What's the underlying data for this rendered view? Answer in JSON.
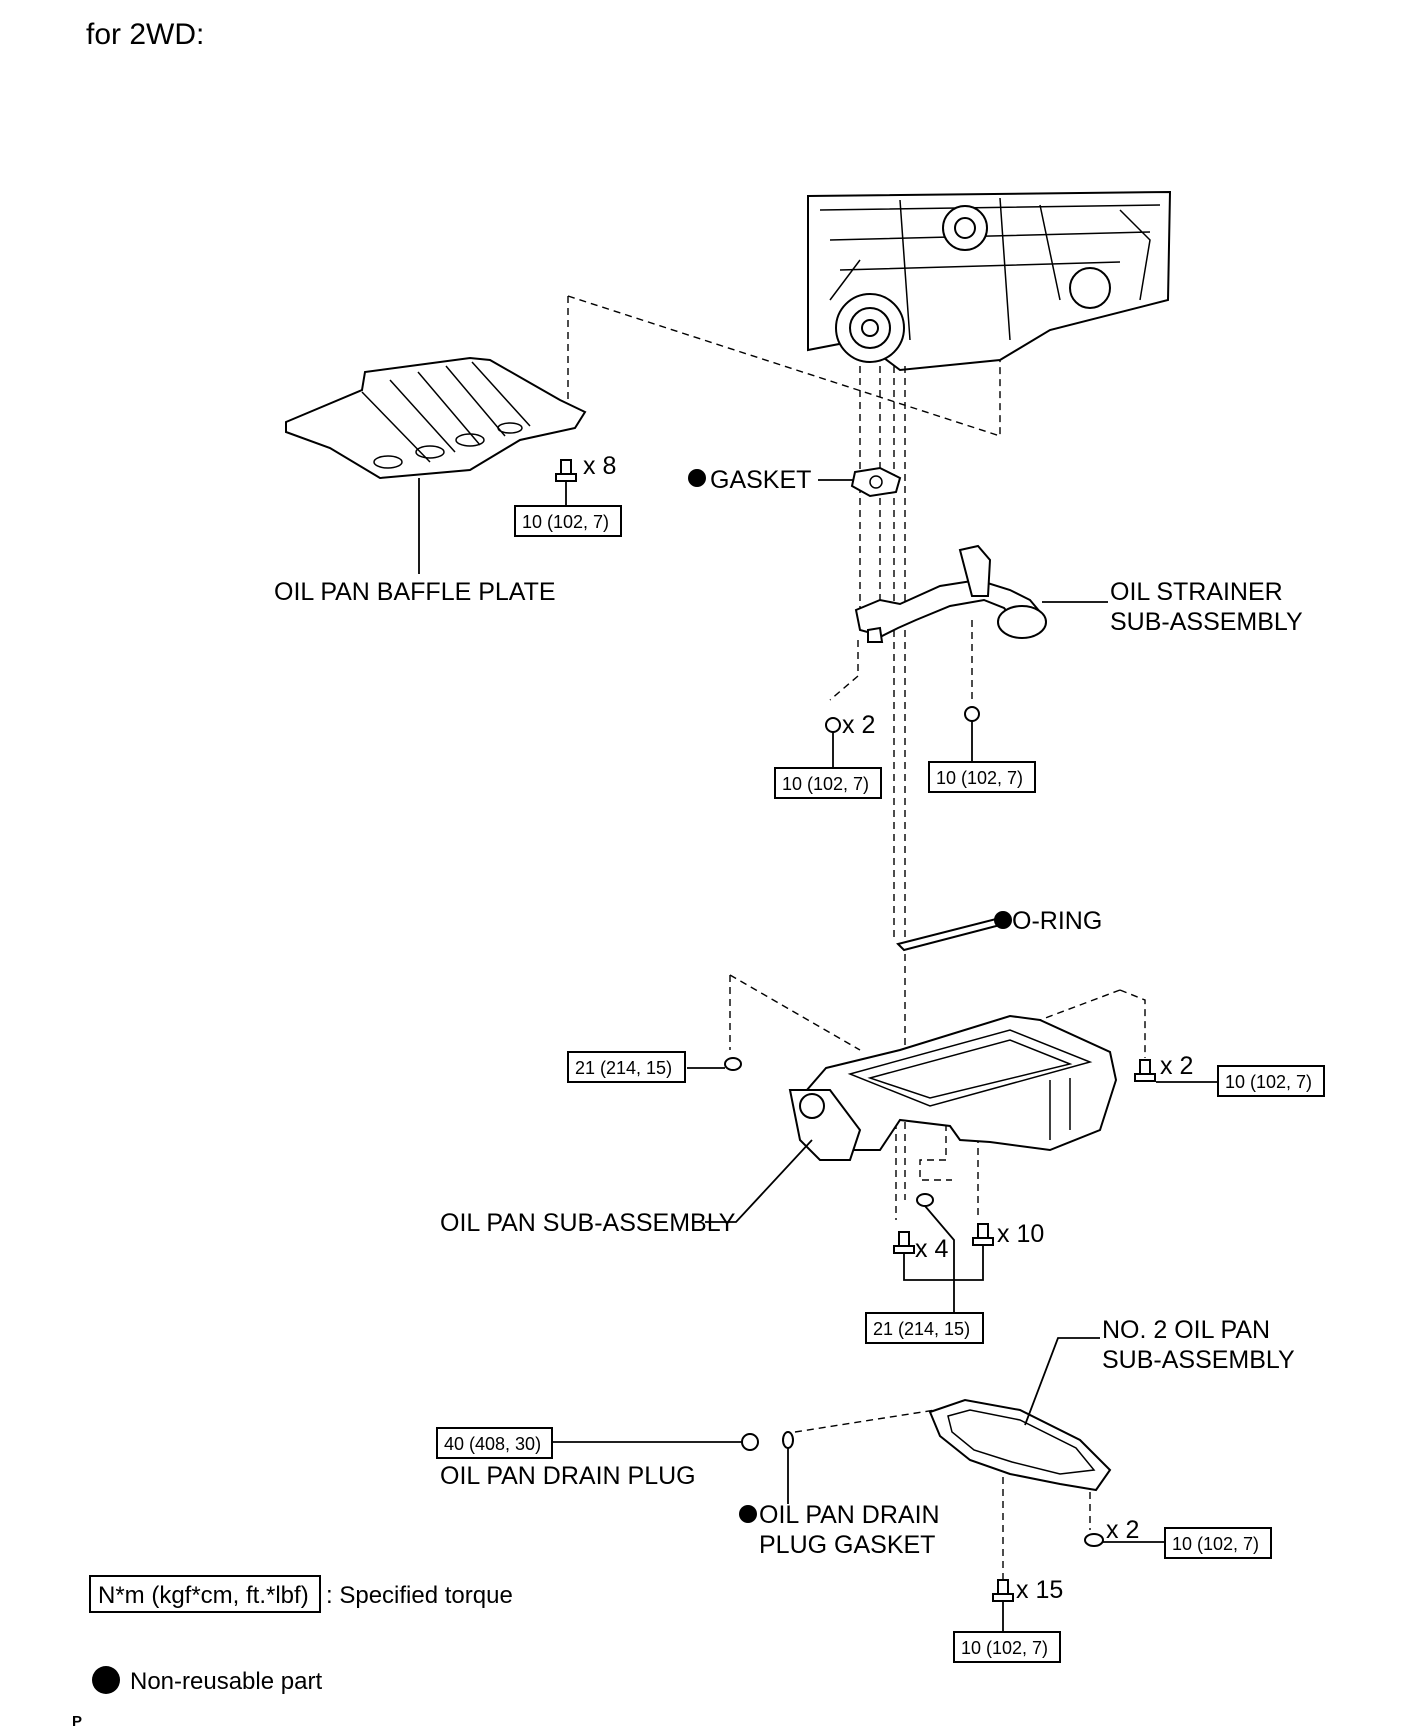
{
  "heading": "for 2WD:",
  "labels": {
    "gasket": "GASKET",
    "baffle_plate": "OIL PAN BAFFLE PLATE",
    "strainer_line1": "OIL STRAINER",
    "strainer_line2": "SUB-ASSEMBLY",
    "o_ring": "O-RING",
    "oil_pan": "OIL PAN SUB-ASSEMBLY",
    "no2_line1": "NO. 2 OIL PAN",
    "no2_line2": "SUB-ASSEMBLY",
    "drain_plug": "OIL PAN DRAIN PLUG",
    "drain_gasket_line1": "OIL PAN DRAIN",
    "drain_gasket_line2": "PLUG GASKET"
  },
  "quantities": {
    "baffle_bolts": "x 8",
    "strainer_bolts": "x 2",
    "pan_side_bolts": "x 2",
    "pan_bolts_a": "x 4",
    "pan_bolts_b": "x 10",
    "no2_side_bolts": "x 2",
    "no2_bolts": "x 15"
  },
  "torques": {
    "baffle": "10 (102, 7)",
    "strainer_left": "10 (102, 7)",
    "strainer_right": "10 (102, 7)",
    "pan_left": "21 (214, 15)",
    "pan_right": "10 (102, 7)",
    "pan_bottom": "21 (214, 15)",
    "drain_plug": "40 (408, 30)",
    "no2_side": "10 (102, 7)",
    "no2_bottom": "10 (102, 7)"
  },
  "legend": {
    "torque_box": "N*m (kgf*cm, ft.*lbf)",
    "torque_desc": ": Specified torque",
    "nonreusable": "Non-reusable part"
  },
  "footer_code": "P"
}
